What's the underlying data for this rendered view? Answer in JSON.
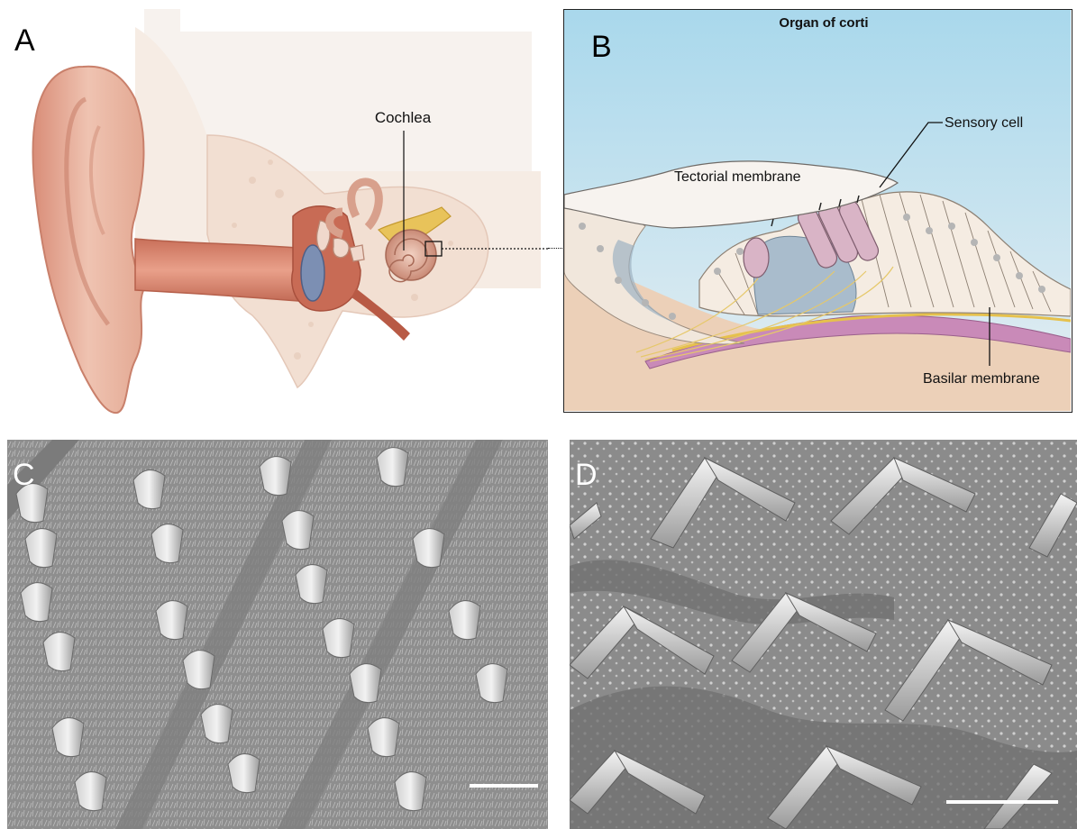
{
  "panels": {
    "a": {
      "letter": "A",
      "cochlea_label": "Cochlea"
    },
    "b": {
      "letter": "B",
      "title": "Organ of corti",
      "sensory_cell_label": "Sensory cell",
      "tectorial_label": "Tectorial membrane",
      "basilar_label": "Basilar membrane"
    },
    "c": {
      "letter": "C"
    },
    "d": {
      "letter": "D"
    }
  },
  "colors": {
    "skin": "#e9b39f",
    "bone": "#f2e2d6",
    "nerve": "#e8c660",
    "sky_top": "#a9d8ec",
    "tissue": "#f4ebe0",
    "sem_gray": "#8d8d8d"
  }
}
